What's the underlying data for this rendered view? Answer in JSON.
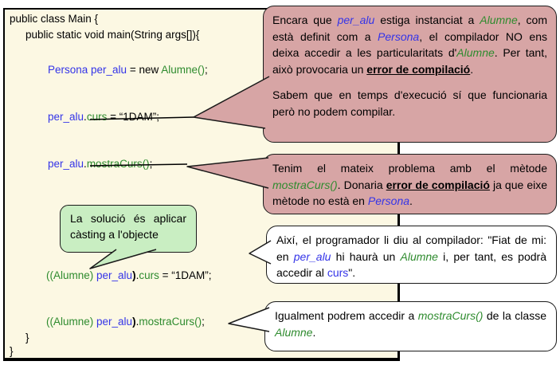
{
  "palette": {
    "panel_bg": "#FCF8E3",
    "bubble_pink": "#D7A5A5",
    "bubble_green": "#C9EEC2",
    "bubble_white": "#FFFFFF",
    "code_blue": "#3434E8",
    "code_green": "#2E8B2E",
    "text_black": "#000000"
  },
  "code": {
    "class_open": "public class Main {",
    "main_open": "public static void main(String args[]){",
    "decl": {
      "a": "Persona per_alu",
      "b": " = new ",
      "c": "Alumne()",
      "d": ";"
    },
    "curs_assign": {
      "a": "per_alu",
      "b": ".",
      "c": "curs",
      "d": " = “1DAM”;"
    },
    "mostra_call": {
      "a": "per_alu",
      "b": ".",
      "c": "mostraCurs()",
      "d": ";"
    },
    "cast_curs": {
      "a": "((Alumne) ",
      "b": "per_alu",
      "c": ")",
      "d": ".",
      "e": "curs",
      "f": " = “1DAM”;"
    },
    "cast_mostra": {
      "a": "((Alumne) ",
      "b": "per_alu",
      "c": ")",
      "d": ".",
      "e": "mostraCurs()",
      "f": ";"
    },
    "main_close": "}",
    "class_close": "}"
  },
  "callouts": {
    "error_curs": {
      "p1": {
        "a": "Encara que ",
        "b": "per_alu",
        "c": " estiga instanciat a ",
        "d": "Alumne",
        "e": ", com està definit com a ",
        "f": "Persona",
        "g": ", el compilador NO ens deixa accedir a les particularitats d'",
        "h": "Alumne",
        "i": ". Per tant, això provocaria un ",
        "j": "error de compilació",
        "k": "."
      },
      "p2": "Sabem que en temps d'execució sí que funcionaria però no podem compilar."
    },
    "error_mostra": {
      "a": "Tenim el mateix problema amb el mètode ",
      "b": "mostraCurs()",
      "c": ". Donaria ",
      "d": "error de compilació",
      "e": " ja que eixe mètode no està en ",
      "f": "Persona",
      "g": "."
    },
    "solution": "La solució és aplicar càsting a l'objecte",
    "explain_curs": {
      "a": "Així, el programador li diu al compilador: \"Fiat de mi: en ",
      "b": "per_alu",
      "c": " hi haurà un ",
      "d": "Alumne",
      "e": " i, per tant, es podrà accedir al ",
      "f": "curs",
      "g": "\"."
    },
    "explain_mostra": {
      "a": "Igualment podrem accedir a ",
      "b": "mostraCurs()",
      "c": " de la classe ",
      "d": "Alumne",
      "e": "."
    }
  }
}
